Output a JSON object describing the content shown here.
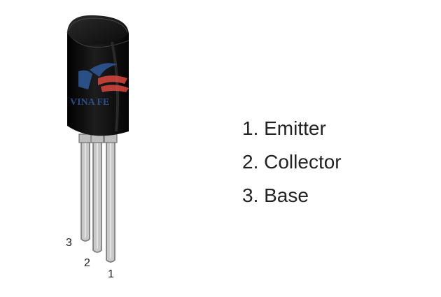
{
  "watermark": {
    "text": "VINA FE"
  },
  "pin_numbers": {
    "pin1": "1",
    "pin2": "2",
    "pin3": "3"
  },
  "pin_list": [
    "1. Emitter",
    "2. Collector",
    "3. Base"
  ],
  "colors": {
    "body": "#111111",
    "lead": "#c8c8c8",
    "lead_edge": "#6f6f6f",
    "watermark_blue": "#2e5a9b",
    "watermark_red": "#d9473e",
    "text": "#222222"
  }
}
